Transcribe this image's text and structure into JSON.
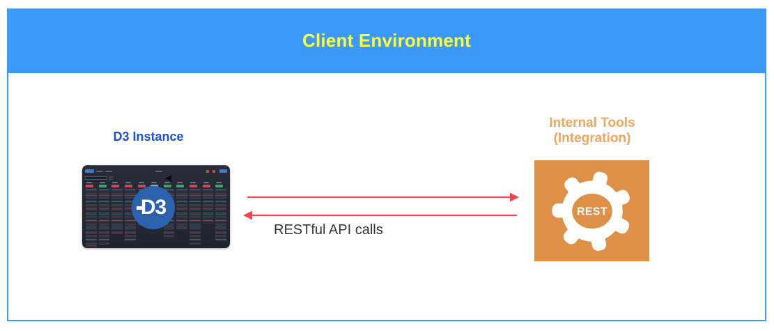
{
  "header": {
    "title": "Client Environment"
  },
  "diagram": {
    "d3_instance": {
      "label": "D3 Instance",
      "logo_text": "D3",
      "thumbnail": {
        "icon": "dark-soc-dashboard-screenshot",
        "columns": [
          {
            "badge": "red",
            "cards_height": 84
          },
          {
            "badge": "green",
            "cards_height": 80
          },
          {
            "badge": "red",
            "cards_height": 66
          },
          {
            "badge": "red",
            "cards_height": 76
          },
          {
            "badge": "red",
            "cards_height": 54
          },
          {
            "badge": "gray",
            "cards_height": 46
          },
          {
            "badge": "green",
            "cards_height": 72
          },
          {
            "badge": "green",
            "cards_height": 58
          },
          {
            "badge": "red",
            "cards_height": 80
          },
          {
            "badge": "red",
            "cards_height": 50
          },
          {
            "badge": "green",
            "cards_height": 76
          }
        ]
      }
    },
    "internal_tools": {
      "label_line1": "Internal Tools",
      "label_line2": "(Integration)",
      "gear_text": "REST"
    },
    "connection": {
      "label": "RESTful API calls",
      "direction": "bidirectional"
    }
  },
  "icons": {
    "cursor_arrow": "➤"
  },
  "colors": {
    "header_bg": "#3B99FA",
    "header_text": "#FFFF33",
    "panel_border": "#3B99FA",
    "d3_label": "#1D4FD7",
    "d3_circle": "#2C61AE",
    "arrow_red": "#F8434E",
    "connection_text": "#333333",
    "tools_label": "#F6A35B",
    "tools_box": "#DE9146",
    "dashboard_bg": "#232834",
    "badge_red": "#C84A52",
    "badge_green": "#42A06A",
    "badge_gray": "#99A2B2"
  }
}
